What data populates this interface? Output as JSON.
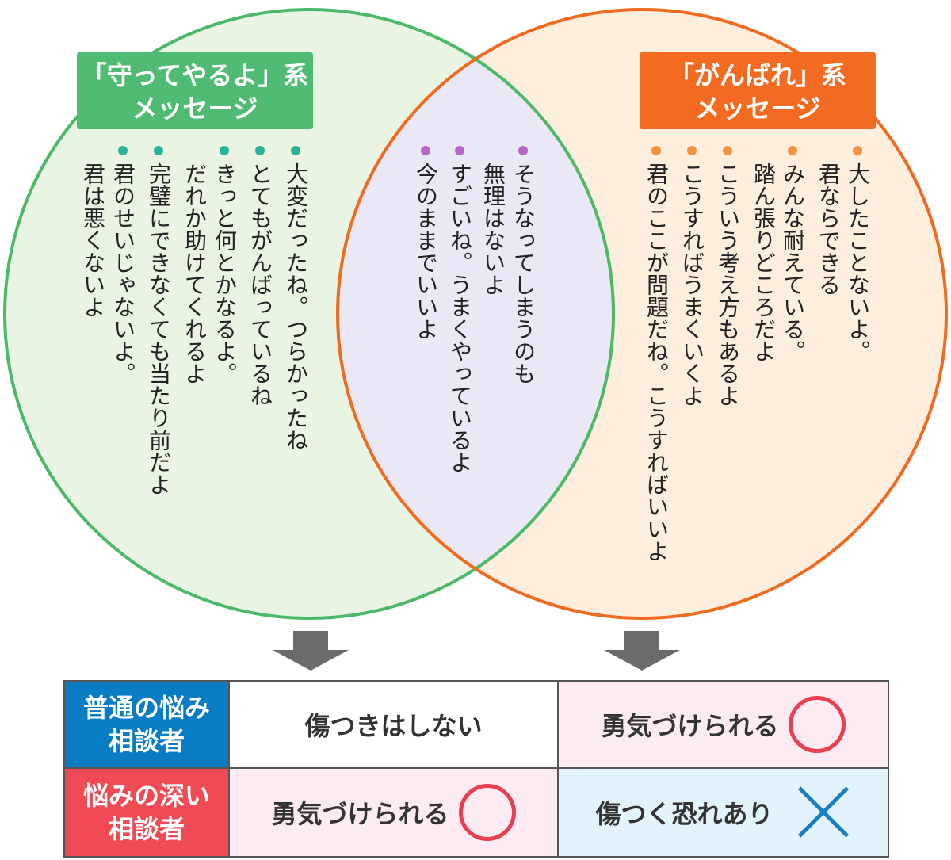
{
  "colors": {
    "green": "#4cb96a",
    "orange": "#f06a20",
    "blue": "#0a7cc4",
    "red": "#f04b55"
  },
  "left": {
    "title_line1": "「守ってやるよ」系",
    "title_line2": "メッセージ",
    "items": [
      {
        "lines": [
          "大変だったね。つらかったね"
        ]
      },
      {
        "lines": [
          "とてもがんばっているね"
        ]
      },
      {
        "lines": [
          "きっと何とかなるよ。",
          "だれか助けてくれるよ"
        ]
      },
      {
        "lines": [
          "完璧にできなくても当たり前だよ"
        ]
      },
      {
        "lines": [
          "君のせいじゃないよ。",
          "君は悪くないよ"
        ]
      }
    ]
  },
  "middle": {
    "items": [
      {
        "lines": [
          "そうなってしまうのも",
          "無理はないよ"
        ]
      },
      {
        "lines": [
          "すごいね。うまくやっているよ"
        ]
      },
      {
        "lines": [
          "今のままでいいよ"
        ]
      }
    ]
  },
  "right": {
    "title_line1": "「がんばれ」系",
    "title_line2": "メッセージ",
    "items": [
      {
        "lines": [
          "大したことないよ。",
          "君ならできる"
        ]
      },
      {
        "lines": [
          "みんな耐えている。",
          "踏ん張りどころだよ"
        ]
      },
      {
        "lines": [
          "こういう考え方もあるよ"
        ]
      },
      {
        "lines": [
          "こうすればうまくいくよ"
        ]
      },
      {
        "lines": [
          "君のここが問題だね。こうすればいいよ"
        ]
      }
    ]
  },
  "table": {
    "row1": {
      "header_line1": "普通の悩み",
      "header_line2": "相談者",
      "left": "傷つきはしない",
      "right": "勇気づけられる",
      "right_mark": "circle"
    },
    "row2": {
      "header_line1": "悩みの深い",
      "header_line2": "相談者",
      "left": "勇気づけられる",
      "left_mark": "circle",
      "right": "傷つく恐れあり",
      "right_mark": "cross"
    }
  }
}
